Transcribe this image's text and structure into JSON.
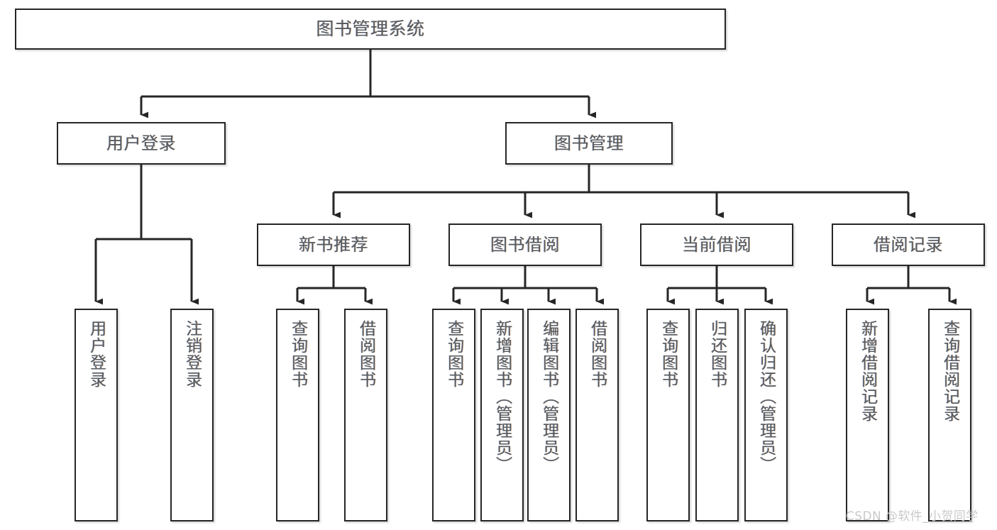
{
  "diagram": {
    "title": "图书管理系统",
    "type": "功能结构图",
    "colors": {
      "box_border": "#262626",
      "box_fill": "#ffffff",
      "label_text": "#555a60",
      "edge": "#262626",
      "watermark": "#c9c9c9",
      "background": "#ffffff"
    },
    "root": {
      "label": "图书管理系统"
    },
    "level1": [
      {
        "label": "用户登录"
      },
      {
        "label": "图书管理"
      }
    ],
    "level2": [
      {
        "label": "新书推荐"
      },
      {
        "label": "图书借阅"
      },
      {
        "label": "当前借阅"
      },
      {
        "label": "借阅记录"
      }
    ],
    "leaves": {
      "user_login": [
        {
          "label": "用户登录"
        },
        {
          "label": "注销登录"
        }
      ],
      "new_book_recommend": [
        {
          "label": "查询图书"
        },
        {
          "label": "借阅图书"
        }
      ],
      "book_borrow": [
        {
          "label": "查询图书"
        },
        {
          "label": "新增图书（管理员）"
        },
        {
          "label": "编辑图书（管理员）"
        },
        {
          "label": "借阅图书"
        }
      ],
      "current_borrow": [
        {
          "label": "查询图书"
        },
        {
          "label": "归还图书"
        },
        {
          "label": "确认归还（管理员）"
        }
      ],
      "borrow_record": [
        {
          "label": "新增借阅记录"
        },
        {
          "label": "查询借阅记录"
        }
      ]
    },
    "watermark": "CSDN @软件_小贺同学"
  }
}
